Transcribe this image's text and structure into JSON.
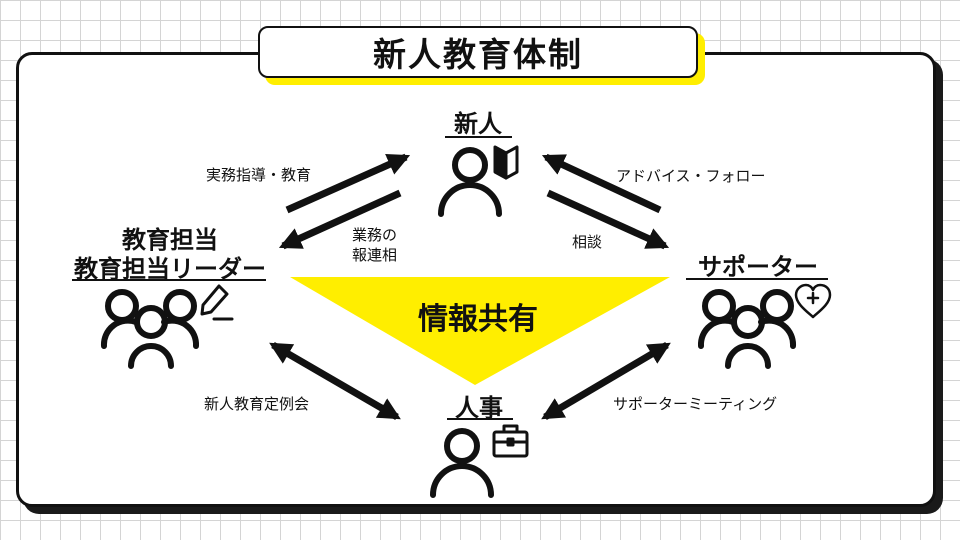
{
  "title": "新人教育体制",
  "roles": {
    "newcomer": "新人",
    "leader_line1": "教育担当",
    "leader_line2": "教育担当リーダー",
    "supporter": "サポーター",
    "hr": "人事"
  },
  "center_label": "情報共有",
  "arrow_labels": {
    "practical_guidance": "実務指導・教育",
    "report_line1": "業務の",
    "report_line2": "報連相",
    "advice_follow": "アドバイス・フォロー",
    "consult": "相談",
    "training_meeting": "新人教育定例会",
    "supporter_meeting": "サポーターミーティング"
  },
  "colors": {
    "accent_yellow": "#ffee00",
    "ink": "#111111"
  }
}
